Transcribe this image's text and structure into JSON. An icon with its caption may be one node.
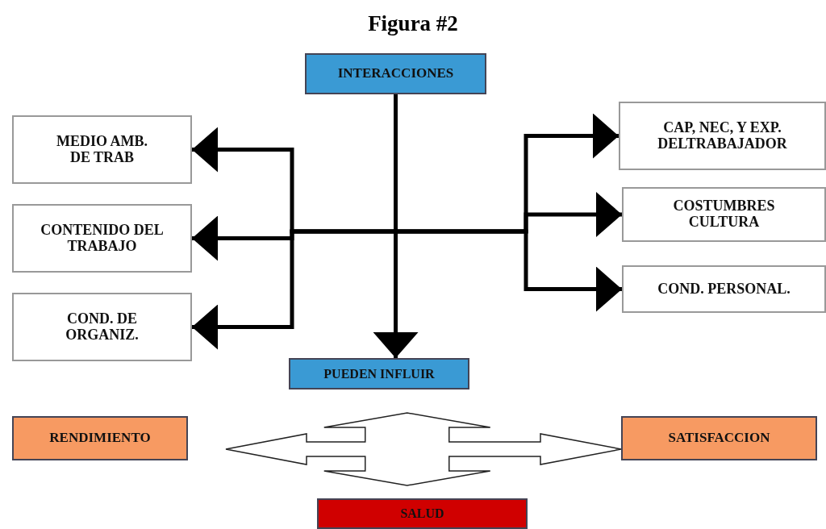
{
  "diagram": {
    "title": "Figura #2",
    "nodes": [
      {
        "text": [
          "INTERACCIONES"
        ]
      },
      {
        "text": [
          "MEDIO AMB. DE TRAB"
        ]
      },
      {
        "text": [
          "CAP, NEC, Y EXP. DELTRABAJADOR"
        ]
      },
      {
        "text": [
          "CONTENIDO DEL TRABAJO"
        ]
      },
      {
        "text": [
          "COSTUMBRES CULTURA"
        ]
      },
      {
        "text": [
          "COND. DE ORGANIZ."
        ]
      },
      {
        "text": [
          "COND. PERSONAL."
        ]
      },
      {
        "text": [
          "PUEDEN INFLUIR"
        ]
      },
      {
        "text": [
          "RENDIMIENTO"
        ]
      },
      {
        "text": [
          "SATISFACCION"
        ]
      },
      {
        "text": [
          "SALUD"
        ]
      }
    ],
    "edges": [
      {
        "from": 0,
        "to": 1,
        "arrow": "to"
      },
      {
        "from": 0,
        "to": 3,
        "arrow": "to"
      },
      {
        "from": 0,
        "to": 5,
        "arrow": "to"
      },
      {
        "from": 0,
        "to": 2,
        "arrow": "to"
      },
      {
        "from": 0,
        "to": 4,
        "arrow": "to"
      },
      {
        "from": 0,
        "to": 6,
        "arrow": "to"
      },
      {
        "from": 0,
        "to": 7,
        "arrow": "to"
      },
      {
        "from": 8,
        "to": 9,
        "arrow": "both"
      },
      {
        "from": 7,
        "to": 10,
        "arrow": "both"
      }
    ]
  }
}
